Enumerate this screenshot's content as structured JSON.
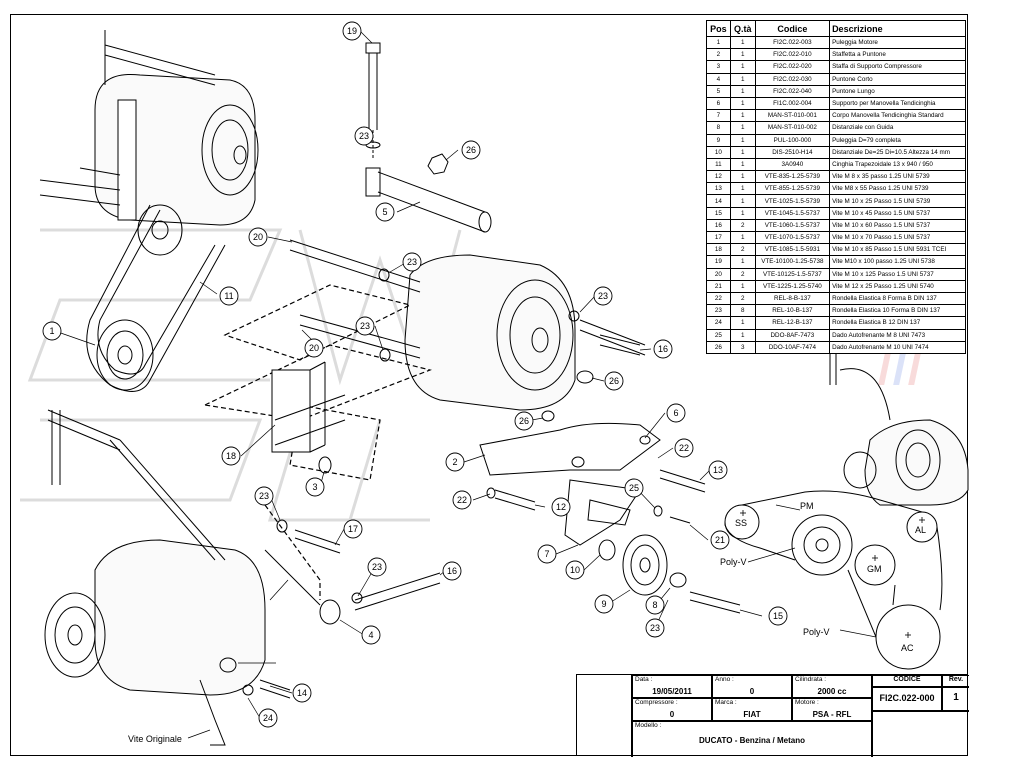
{
  "parts_table": {
    "headers": {
      "pos": "Pos",
      "qty": "Q.tà",
      "code": "Codice",
      "desc": "Descrizione"
    },
    "rows": [
      {
        "pos": "1",
        "qty": "1",
        "code": "FI2C.022-003",
        "desc": "Puleggia Motore"
      },
      {
        "pos": "2",
        "qty": "1",
        "code": "FI2C.022-010",
        "desc": "Staffetta a Puntone"
      },
      {
        "pos": "3",
        "qty": "1",
        "code": "FI2C.022-020",
        "desc": "Staffa di Supporto Compressore"
      },
      {
        "pos": "4",
        "qty": "1",
        "code": "FI2C.022-030",
        "desc": "Puntone Corto"
      },
      {
        "pos": "5",
        "qty": "1",
        "code": "FI2C.022-040",
        "desc": "Puntone Lungo"
      },
      {
        "pos": "6",
        "qty": "1",
        "code": "FI1C.002-004",
        "desc": "Supporto per Manovella Tendicinghia"
      },
      {
        "pos": "7",
        "qty": "1",
        "code": "MAN-ST-010-001",
        "desc": "Corpo Manovella Tendicinghia Standard"
      },
      {
        "pos": "8",
        "qty": "1",
        "code": "MAN-ST-010-002",
        "desc": "Distanziale con Guida"
      },
      {
        "pos": "9",
        "qty": "1",
        "code": "PUL-100-000",
        "desc": "Puleggia D=79 completa"
      },
      {
        "pos": "10",
        "qty": "1",
        "code": "DIS-2510-H14",
        "desc": "Distanziale De=25 Di=10.5 Altezza 14 mm"
      },
      {
        "pos": "11",
        "qty": "1",
        "code": "3A0940",
        "desc": "Cinghia Trapezoidale 13 x 940 / 950"
      },
      {
        "pos": "12",
        "qty": "1",
        "code": "VTE-835-1.25-5739",
        "desc": "Vite M 8 x 35 passo 1.25 UNI 5739"
      },
      {
        "pos": "13",
        "qty": "1",
        "code": "VTE-855-1.25-5739",
        "desc": "Vite M8 x 55 Passo 1.25 UNI 5739"
      },
      {
        "pos": "14",
        "qty": "1",
        "code": "VTE-1025-1.5-5739",
        "desc": "Vite M 10 x 25 Passo 1.5 UNI 5739"
      },
      {
        "pos": "15",
        "qty": "1",
        "code": "VTE-1045-1.5-5737",
        "desc": "Vite M 10 x 45 Passo 1.5 UNI 5737"
      },
      {
        "pos": "16",
        "qty": "2",
        "code": "VTE-1060-1.5-5737",
        "desc": "Vite M 10 x 60 Passo 1.5 UNI 5737"
      },
      {
        "pos": "17",
        "qty": "1",
        "code": "VTE-1070-1.5-5737",
        "desc": "Vite M 10 x 70 Passo 1.5 UNI 5737"
      },
      {
        "pos": "18",
        "qty": "2",
        "code": "VTE-1085-1.5-5931",
        "desc": "Vite M 10 x 85 Passo 1.5 UNI 5931 TCEI"
      },
      {
        "pos": "19",
        "qty": "1",
        "code": "VTE-10100-1.25-5738",
        "desc": "Vite M10 x 100 passo 1.25 UNI 5738"
      },
      {
        "pos": "20",
        "qty": "2",
        "code": "VTE-10125-1.5-5737",
        "desc": "Vite M 10 x 125 Passo 1.5 UNI 5737"
      },
      {
        "pos": "21",
        "qty": "1",
        "code": "VTE-1225-1.25-5740",
        "desc": "Vite M 12 x 25 Passo 1.25 UNI 5740"
      },
      {
        "pos": "22",
        "qty": "2",
        "code": "REL-8-B-137",
        "desc": "Rondella Elastica 8 Forma B DIN 137"
      },
      {
        "pos": "23",
        "qty": "8",
        "code": "REL-10-B-137",
        "desc": "Rondella Elastica 10 Forma B DIN 137"
      },
      {
        "pos": "24",
        "qty": "1",
        "code": "REL-12-B-137",
        "desc": "Rondella Elastica B 12 DIN 137"
      },
      {
        "pos": "25",
        "qty": "1",
        "code": "DDO-8AF-7473",
        "desc": "Dado Autofrenante M 8 UNI 7473"
      },
      {
        "pos": "26",
        "qty": "3",
        "code": "DDO-10AF-7474",
        "desc": "Dado Autofrenante M 10 UNI 7474"
      }
    ]
  },
  "callouts": [
    "1",
    "2",
    "3",
    "4",
    "5",
    "6",
    "7",
    "8",
    "9",
    "10",
    "11",
    "12",
    "13",
    "14",
    "15",
    "16",
    "16",
    "17",
    "18",
    "19",
    "20",
    "20",
    "21",
    "22",
    "22",
    "23",
    "23",
    "23",
    "23",
    "23",
    "23",
    "23",
    "24",
    "25",
    "26",
    "26",
    "26"
  ],
  "labels": {
    "vite_originale": "Vite Originale",
    "poly_v_1": "Poly-V",
    "poly_v_2": "Poly-V",
    "pm": "PM",
    "ss": "SS",
    "al": "AL",
    "gm": "GM",
    "ac": "AC"
  },
  "title_block": {
    "data_label": "Data :",
    "data_value": "19/05/2011",
    "anno_label": "Anno :",
    "anno_value": "0",
    "cilindrata_label": "Cilindrata :",
    "cilindrata_value": "2000 cc",
    "compressore_label": "Compressore :",
    "compressore_value": "0",
    "marca_label": "Marca :",
    "marca_value": "FIAT",
    "motore_label": "Motore :",
    "motore_value": "PSA - RFL",
    "modello_label": "Modello :",
    "modello_value": "DUCATO - Benzina / Metano",
    "codice_label": "CODICE",
    "codice_value": "FI2C.022-000",
    "rev_label": "Rev.",
    "rev_value": "1"
  },
  "colors": {
    "line": "#000000",
    "watermark_gray": "#d9d9d9",
    "watermark_red": "#f2b8b8",
    "watermark_blue": "#b8c8f0"
  }
}
